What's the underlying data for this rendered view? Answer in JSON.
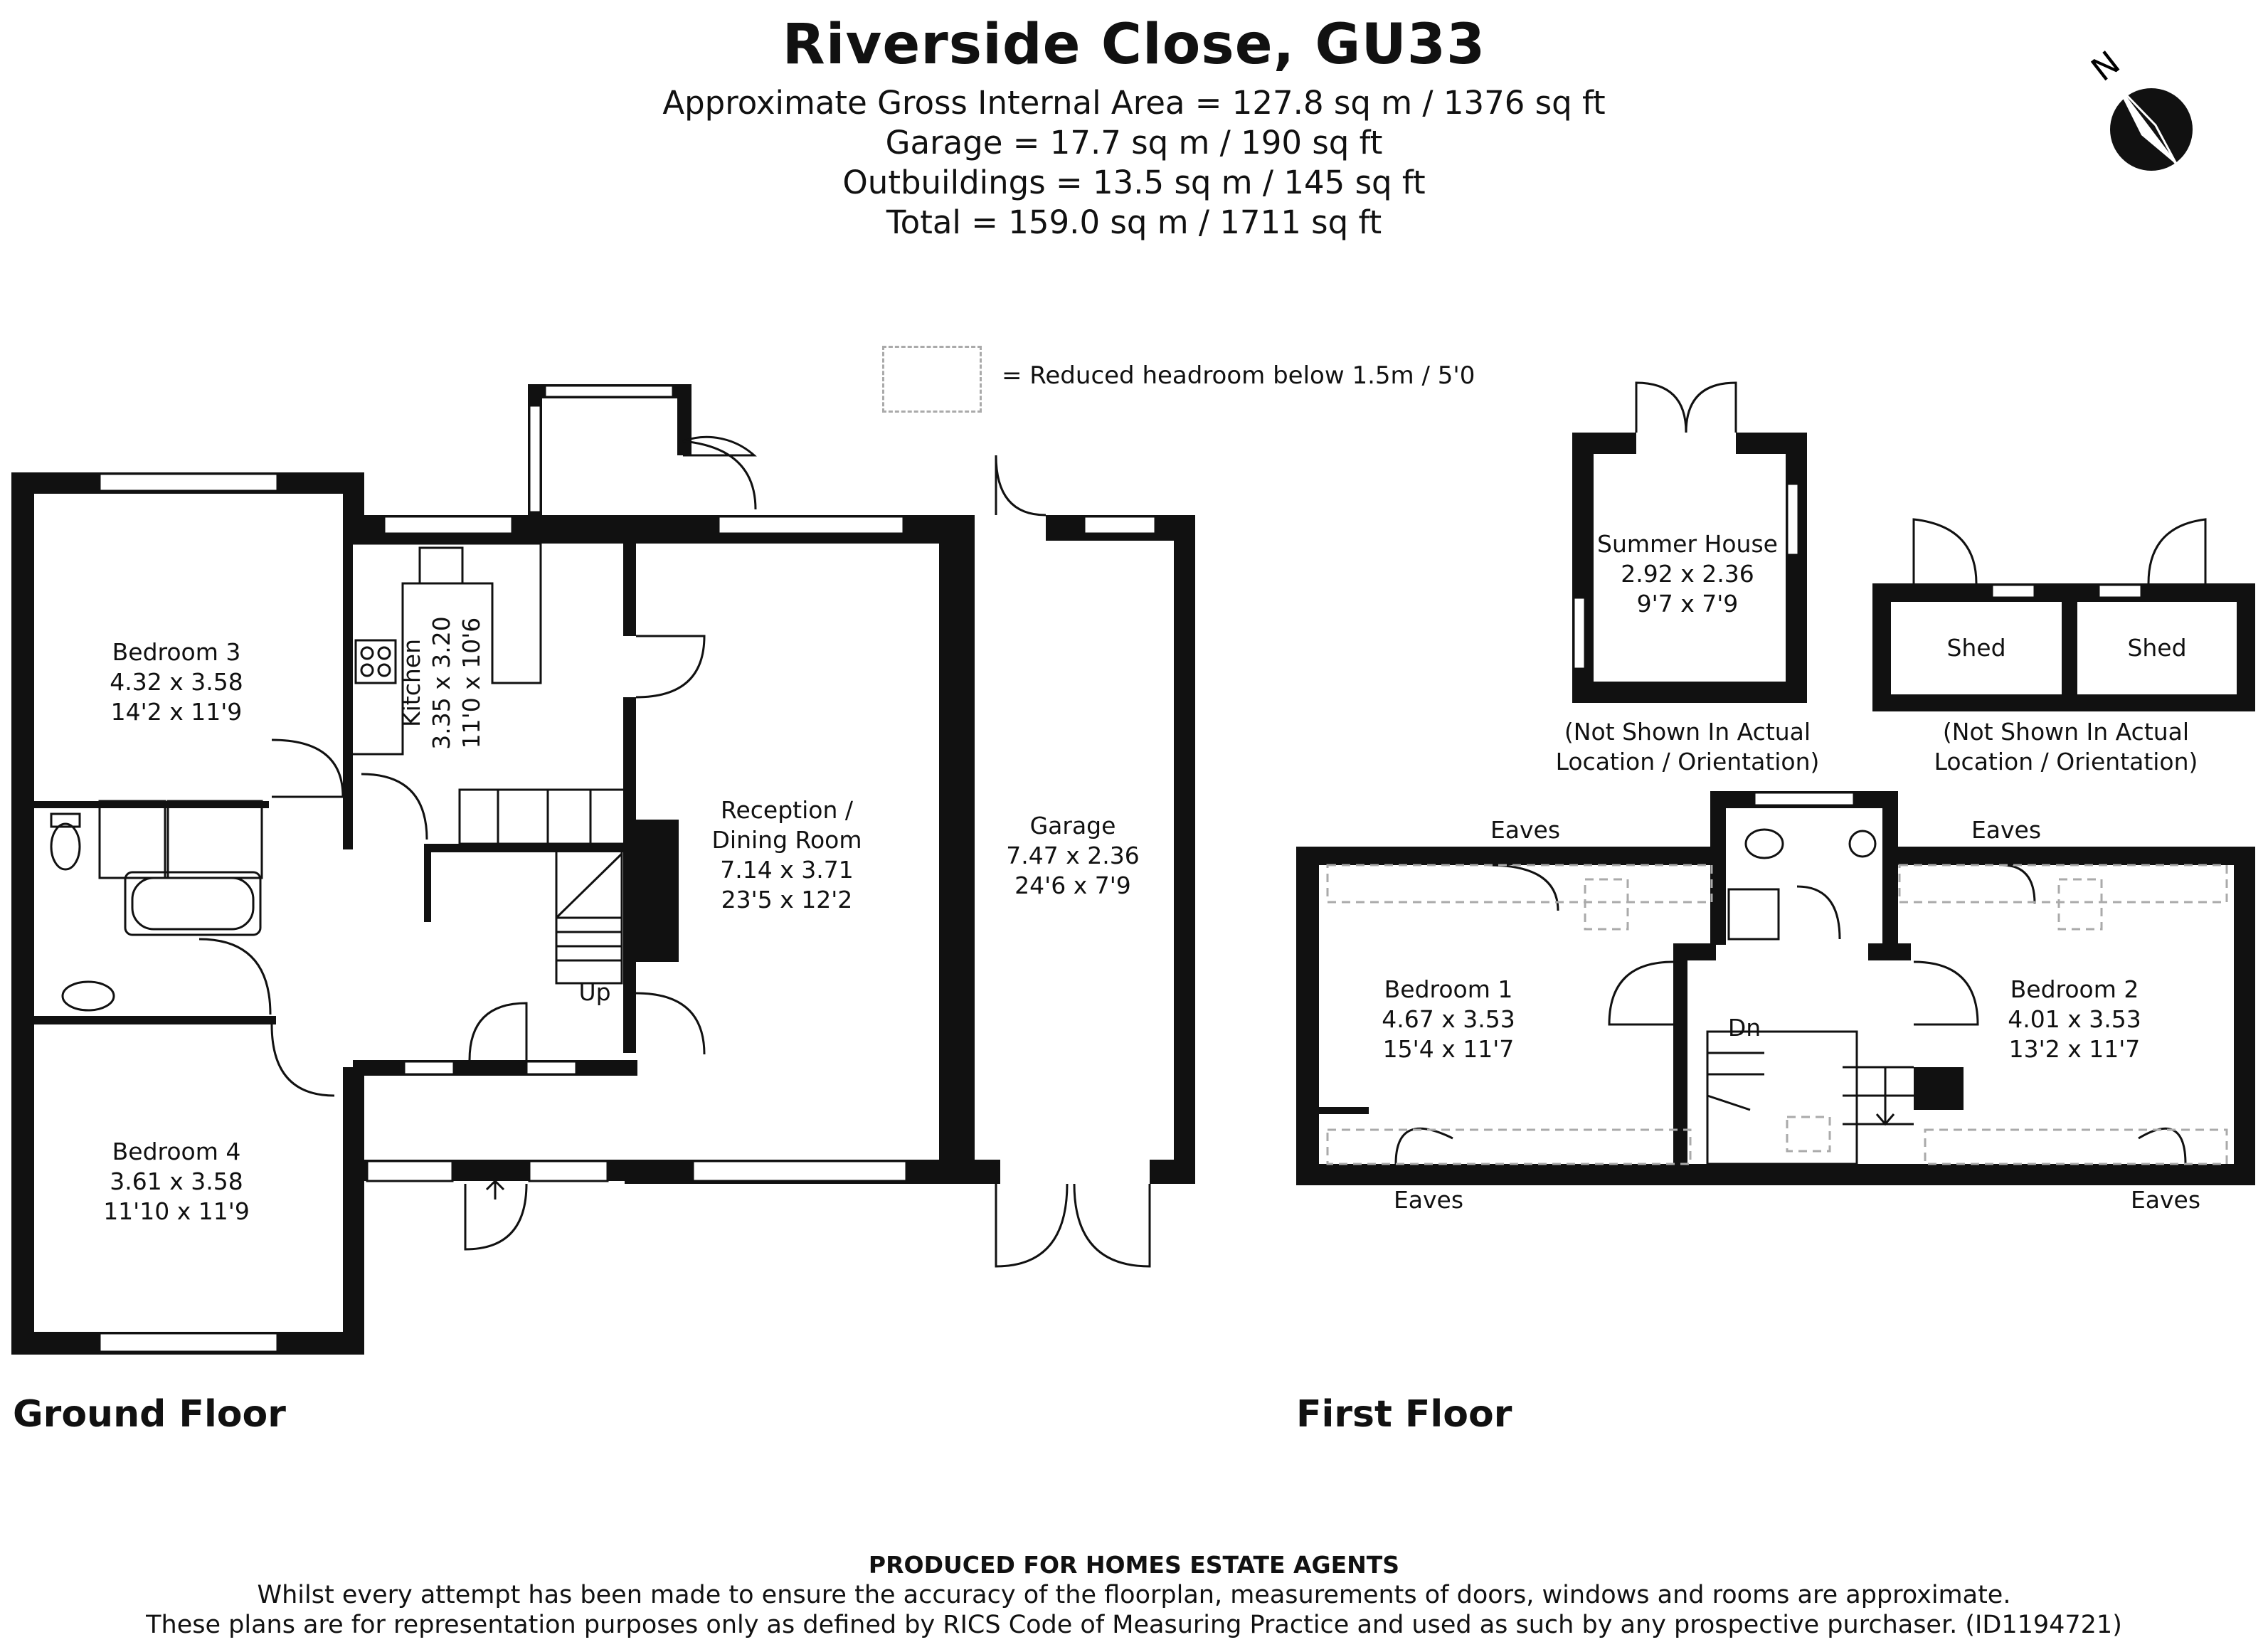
{
  "title": "Riverside Close, GU33",
  "areas": [
    "Approximate Gross Internal Area = 127.8 sq m / 1376 sq ft",
    "Garage = 17.7 sq m / 190 sq ft",
    "Outbuildings = 13.5 sq m / 145 sq ft",
    "Total = 159.0 sq m / 1711 sq ft"
  ],
  "compass": {
    "label": "N"
  },
  "legend": {
    "text": "= Reduced headroom below 1.5m / 5'0"
  },
  "floors": {
    "ground": "Ground Floor",
    "first": "First Floor"
  },
  "rooms": {
    "bedroom3": [
      "Bedroom 3",
      "4.32 x 3.58",
      "14'2 x 11'9"
    ],
    "bedroom4": [
      "Bedroom 4",
      "3.61 x 3.58",
      "11'10 x 11'9"
    ],
    "kitchen": [
      "Kitchen",
      "3.35 x 3.20",
      "11'0 x 10'6"
    ],
    "reception": [
      "Reception /",
      "Dining Room",
      "7.14 x 3.71",
      "23'5 x 12'2"
    ],
    "garage": [
      "Garage",
      "7.47 x 2.36",
      "24'6 x 7'9"
    ],
    "summerhouse": [
      "Summer House",
      "2.92 x 2.36",
      "9'7 x 7'9"
    ],
    "shed1": [
      "Shed"
    ],
    "shed2": [
      "Shed"
    ],
    "bedroom1": [
      "Bedroom 1",
      "4.67 x 3.53",
      "15'4 x 11'7"
    ],
    "bedroom2": [
      "Bedroom 2",
      "4.01 x 3.53",
      "13'2 x 11'7"
    ]
  },
  "labels": {
    "up": "Up",
    "dn": "Dn",
    "eaves_tl": "Eaves",
    "eaves_tr": "Eaves",
    "eaves_bl": "Eaves",
    "eaves_br": "Eaves",
    "not_shown_1": [
      "(Not Shown In Actual",
      "Location / Orientation)"
    ],
    "not_shown_2": [
      "(Not Shown In Actual",
      "Location / Orientation)"
    ]
  },
  "footer": {
    "heading": "PRODUCED FOR HOMES ESTATE AGENTS",
    "line1": "Whilst every attempt has been made to ensure the accuracy of the floorplan, measurements of doors, windows and rooms are approximate.",
    "line2": "These plans are for representation purposes only as defined by RICS Code of Measuring Practice and used as such by any prospective purchaser. (ID1194721)"
  }
}
